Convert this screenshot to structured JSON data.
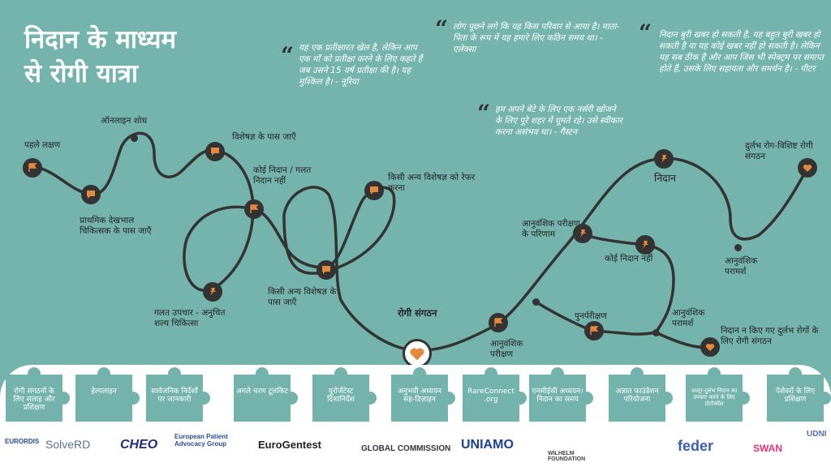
{
  "title": {
    "line1": "निदान के माध्यम",
    "line2": "से रोगी यात्रा"
  },
  "quotes": [
    "यह एक प्रतीक्षारत खेल है, लेकिन आप एक माँ को प्रतीक्षा करने के लिए कहते हैं जब उसने 15 वर्ष प्रतीक्षा की है। यह मुश्किल है। - नूरिया",
    "लोग पूछने लगे कि यह किस परिवार से आया है। माता-पिता के रूप में यह हमारे लिए कठिन समय था। - एलेक्सा",
    "हम अपने बेटे के लिए एक नर्सरी खोजने के लिए पूरे शहर में घूमते रहे। उसे स्वीकार करना असंभव था। - गैस्टन",
    "निदान बुरी खबर हो सकती है, यह बहुत बुरी खबर हो सकती है या यह कोई खबर नहीं हो सकती है। लेकिन यह सब ठीक है और आप जिस भी स्पेक्ट्रम पर समाप्त होते हैं, उसके लिए सहायता और समर्थन है। - पीटर"
  ],
  "labels": {
    "first_symptoms": "पहले लक्षण",
    "online_research": "ऑनलाइन शोध",
    "primary_care": "प्राथमिक देखभाल चिकित्सक के पास जाएँ",
    "see_specialist": "विशेषज्ञ के पास जाएँ",
    "no_diagnosis_wrong": "कोई निदान / गलत निदान नहीं",
    "wrong_treatment": "गलत उपचार - अनुचित शल्य चिकित्सा",
    "refer_specialist": "किसी अन्य विशेषज्ञ को रेफर करना",
    "other_specialist": "किसी अन्य विशेषज्ञ के पास जाएँ",
    "patient_org": "रोगी संगठन",
    "genetic_test": "आनुवंशिक परीक्षण",
    "genetic_results": "आनुवंशिक परीक्षण के परिणाम",
    "no_diagnosis": "कोई निदान नहीं",
    "retest": "पुनर्परीक्षण",
    "genetic_counsel_1": "आनुवंशिक परामर्श",
    "diagnosis": "निदान",
    "rare_org": "दुर्लभ रोग-विशिष्ट रोगी संगठन",
    "genetic_counsel_2": "आनुवंशिक परामर्श",
    "undiagnosed_org": "निदान न किए गए दुर्लभ रोगों के लिए रोगी संगठन"
  },
  "resources": [
    "रोगी संगठनों के लिए सलाह और प्रशिक्षण",
    "हेल्पलाइन",
    "सार्वजनिक निर्देशों पर जानकारी",
    "अगले चरण टूलकिट",
    "यूरोजेंटेस्ट दिशानिर्देश",
    "अनुभवी अध्ययन सह-डिज़ाइन",
    "RareConnect .org",
    "एनसीईसी अध्ययन। निदान का समय",
    "अज्ञात फाउंडेशन परियोजना",
    "अल्ट्रा-दुर्लभ निदान का उपचार करने के लिए प्रोटोकॉल",
    "पेशेवरों के लिए प्रशिक्षण"
  ],
  "logos": [
    "EURORDIS",
    "SolveRD",
    "CHEO",
    "European Patient Advocacy Group",
    "EuroGentest",
    "GLOBAL COMMISSION",
    "UNIAMO",
    "WILHELM FOUNDATION",
    "feder",
    "SWAN",
    "UDNI"
  ],
  "colors": {
    "background": "#74b4ac",
    "node": "#333333",
    "icon": "#e4893d"
  }
}
